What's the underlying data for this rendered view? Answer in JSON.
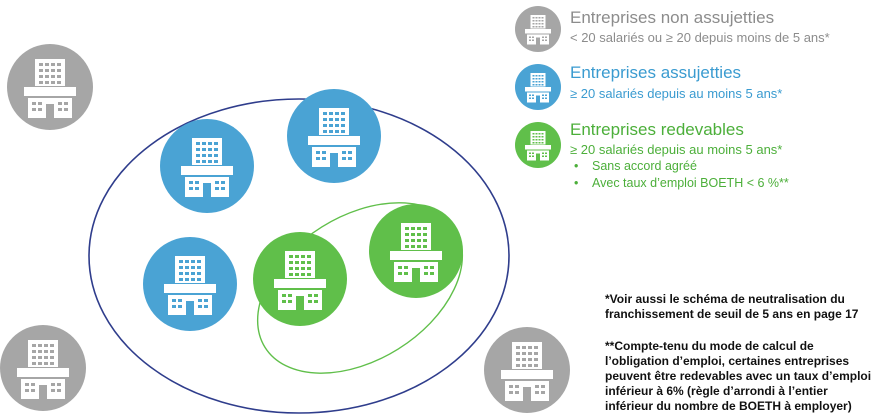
{
  "colors": {
    "grey": "#a6a6a6",
    "blue": "#4aa3d4",
    "green": "#60bf4a",
    "outer_ellipse": "#2f3d8c",
    "inner_ellipse": "#60bf4a"
  },
  "legend": [
    {
      "color": "grey",
      "title": "Entreprises non assujetties",
      "subtitle": "< 20 salariés ou ≥ 20 depuis moins de 5 ans*"
    },
    {
      "color": "blue",
      "title": "Entreprises assujetties",
      "subtitle": "≥ 20 salariés depuis au moins 5 ans*"
    },
    {
      "color": "green",
      "title": "Entreprises redevables",
      "subtitle": "≥ 20 salariés depuis au moins 5 ans*",
      "bullets": [
        "Sans accord agréé",
        "Avec taux d’emploi BOETH < 6 %**"
      ]
    }
  ],
  "notes": {
    "note1": [
      "*Voir aussi le schéma de neutralisation du",
      "franchissement de seuil de 5 ans en page 17"
    ],
    "note2": [
      "**Compte-tenu du mode de calcul de",
      "l’obligation d’emploi, certaines entreprises",
      "peuvent être redevables avec un taux d’emploi",
      "inférieur à 6% (règle d’arrondi à l’entier",
      "inférieur du nombre de BOETH à employer)"
    ]
  },
  "icons": {
    "building": "building-icon"
  }
}
